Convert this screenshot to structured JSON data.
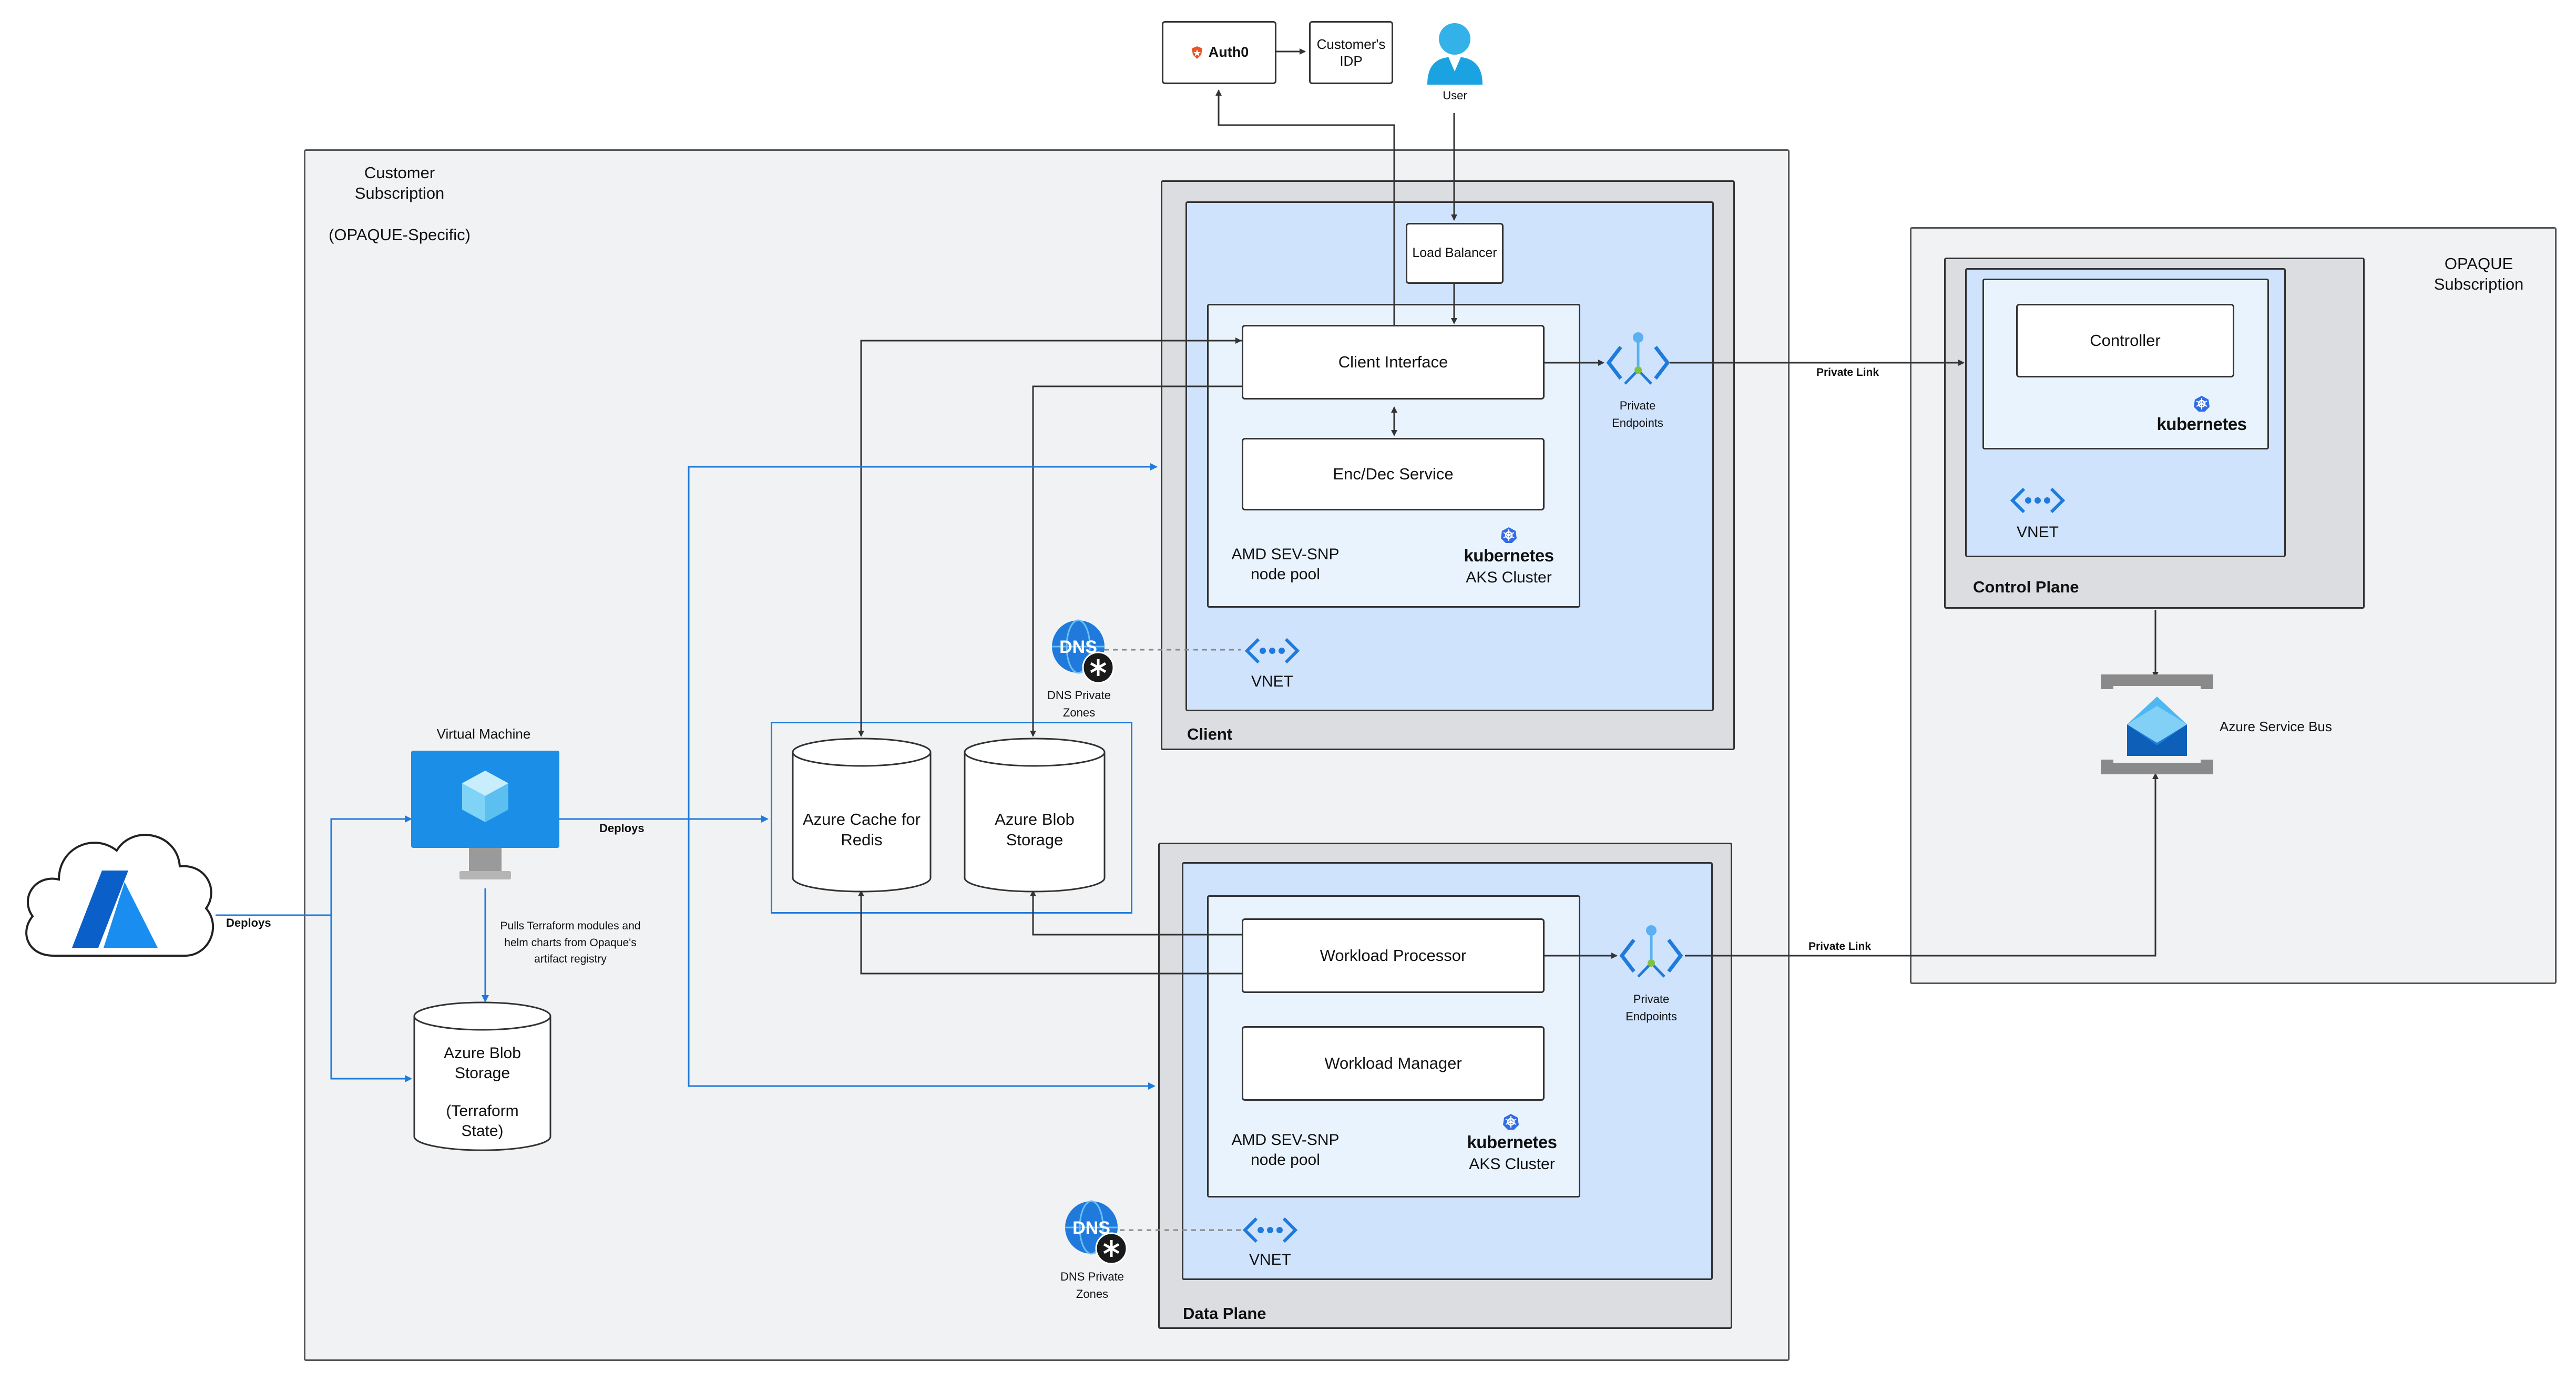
{
  "colors": {
    "azure_blue": "#0078d4",
    "region_gray": "#f1f2f4",
    "region_dark": "#dcdde0",
    "region_blue": "#cfe3fd",
    "region_light_blue": "#e9f3fe",
    "dns_black": "#1a1a1a",
    "kubernetes_blue": "#326ce5"
  },
  "top": {
    "auth0_label": "Auth0",
    "customer_idp_label": "Customer's IDP",
    "user_label": "User"
  },
  "customer_subscription": {
    "title": "Customer Subscription",
    "subtitle": "(OPAQUE-Specific)"
  },
  "client": {
    "label": "Client",
    "load_balancer": "Load Balancer",
    "client_interface": "Client Interface",
    "enc_dec_service": "Enc/Dec Service",
    "node_pool": "AMD SEV-SNP node pool",
    "kubernetes": "kubernetes",
    "aks_cluster": "AKS Cluster",
    "private_endpoints": "Private Endpoints",
    "vnet": "VNET",
    "dns_private_zones": "DNS Private Zones"
  },
  "storage": {
    "redis": "Azure Cache for Redis",
    "blob": "Azure Blob Storage"
  },
  "data_plane": {
    "label": "Data Plane",
    "workload_processor": "Workload Processor",
    "workload_manager": "Workload Manager",
    "node_pool": "AMD SEV-SNP node pool",
    "kubernetes": "kubernetes",
    "aks_cluster": "AKS Cluster",
    "private_endpoints": "Private Endpoints",
    "vnet": "VNET",
    "dns_private_zones": "DNS Private Zones"
  },
  "left": {
    "virtual_machine": "Virtual Machine",
    "deploys_vm": "Deploys",
    "deploys_azure": "Deploys",
    "pulls_note": "Pulls Terraform modules and helm charts from Opaque's artifact registry",
    "tf_blob": "Azure Blob Storage",
    "tf_state": "(Terraform State)"
  },
  "opaque": {
    "title": "OPAQUE Subscription",
    "controller": "Controller",
    "kubernetes": "kubernetes",
    "vnet": "VNET",
    "control_plane": "Control Plane",
    "service_bus": "Azure Service Bus"
  },
  "links": {
    "private_link_1": "Private Link",
    "private_link_2": "Private Link"
  },
  "icons": [
    "auth0-icon",
    "user-icon",
    "azure-cloud-icon",
    "virtual-machine-icon",
    "private-endpoint-icon",
    "vnet-icon",
    "dns-icon",
    "kubernetes-icon",
    "service-bus-icon"
  ]
}
